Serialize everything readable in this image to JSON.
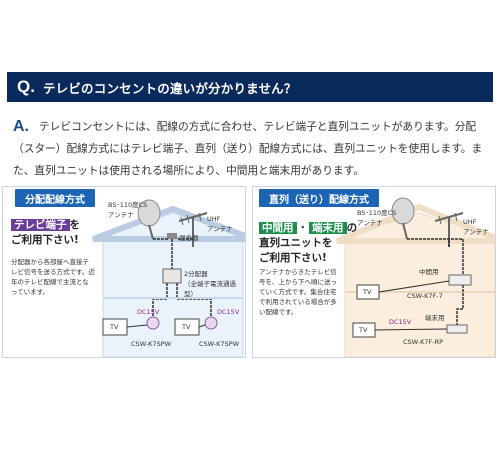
{
  "question": {
    "mark": "Q.",
    "text": "テレビのコンセントの違いが分かりません？"
  },
  "answer": {
    "mark": "A.",
    "text": "テレビコンセントには、配線の方式に合わせ、テレビ端子と直列ユニットがあります。分配（スター）配線方式にはテレビ端子、直列（送り）配線方式には、直列ユニットを使用します。また、直列ユニットは使用される場所により、中間用と端末用があります。"
  },
  "left_panel": {
    "tag": "分配配線方式",
    "highlight": "テレビ端子",
    "sub_after": "を",
    "sub_line2": "ご利用下さい!",
    "note": "分配器から各部屋へ直接テレビ信号を送る方式です。近年のテレビ配線で主流となっています。",
    "labels": {
      "bs": "BS･110度CS",
      "bs2": "アンテナ",
      "uhf": "UHF",
      "uhf2": "アンテナ",
      "mixer": "混合器",
      "splitter": "2分配器",
      "splitter2": "（全端子電流通過型）",
      "dc1": "DC15V",
      "dc2": "DC15V",
      "tv1": "TV",
      "tv2": "TV",
      "csw1": "CSW-K7SPW",
      "csw2": "CSW-K7SPW"
    }
  },
  "right_panel": {
    "tag": "直列（送り）配線方式",
    "hl1": "中間用",
    "hl2": "端末用",
    "sub_after": "の",
    "sub_line2": "直列ユニットを",
    "sub_line3": "ご利用下さい!",
    "note": "アンテナからきたテレビ信号を、上から下へ順に送っていく方式です。集合住宅で利用されている場合が多い配線です。",
    "labels": {
      "bs": "BS･110度CS",
      "bs2": "アンテナ",
      "uhf": "UHF",
      "uhf2": "アンテナ",
      "mid": "中間用",
      "end": "端末用",
      "csw_mid": "CSW-K7F-7",
      "csw_end": "CSW-K7F-RP",
      "dc": "DC15V",
      "tv1": "TV",
      "tv2": "TV"
    }
  }
}
